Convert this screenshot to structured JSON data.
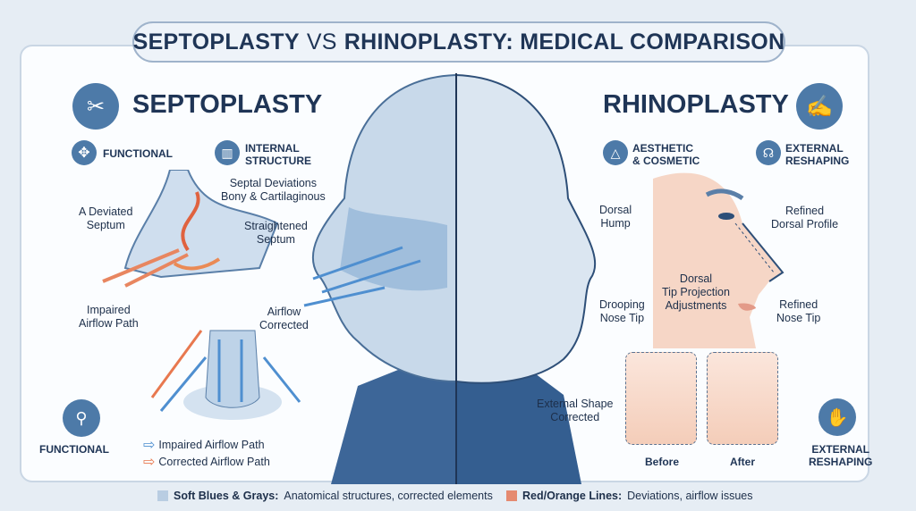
{
  "title": {
    "part1": "SEPTOPLASTY",
    "vs": "VS",
    "part2": "RHINOPLASTY: MEDICAL COMPARISON"
  },
  "septoplasty": {
    "heading": "SEPTOPLASTY",
    "tags": [
      "FUNCTIONAL",
      "INTERNAL\nSTRUCTURE"
    ],
    "labels": {
      "deviated": "A Deviated\nSeptum",
      "deviations": "Septal Deviations\nBony & Cartilaginous",
      "straightened": "Straightened\nSeptum",
      "impaired": "Impaired\nAirflow Path",
      "corrected": "Airflow\nCorrected"
    },
    "bottom_tag": "FUNCTIONAL",
    "arrow_legend": [
      "Impaired Airflow Path",
      "Corrected Airflow Path"
    ]
  },
  "rhinoplasty": {
    "heading": "RHINOPLASTY",
    "tags": [
      "AESTHETIC\n& COSMETIC",
      "EXTERNAL\nRESHAPING"
    ],
    "labels": {
      "hump": "Dorsal\nHump",
      "drooping": "Drooping\nNose Tip",
      "refined_dorsal": "Refined\nDorsal Profile",
      "tip_proj": "Dorsal\nTip Projection\nAdjustments",
      "refined_tip": "Refined\nNose Tip",
      "shape": "External Shape\nCorrected",
      "before": "Before",
      "after": "After"
    },
    "bottom_tag": "EXTERNAL\nRESHAPING"
  },
  "legend": [
    {
      "bold": "Soft Blues & Grays:",
      "text": "Anatomical structures, corrected elements",
      "color": "#b9cde2"
    },
    {
      "bold": "Red/Orange Lines:",
      "text": "Deviations, airflow issues",
      "color": "#e58a70"
    }
  ]
}
